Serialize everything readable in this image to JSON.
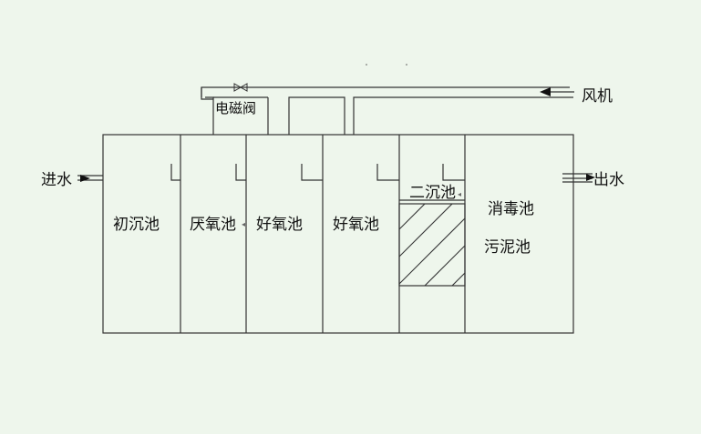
{
  "labels": {
    "inlet": "进水",
    "outlet": "出水",
    "blower": "风机",
    "valve": "电磁阀",
    "tank1": "初沉池",
    "tank2": "厌氧池",
    "tank3": "好氧池",
    "tank4": "好氧池",
    "tank5": "二沉池",
    "tank6a": "消毒池",
    "tank6b": "污泥池"
  },
  "colors": {
    "background": "#eef6ec",
    "line": "#333333",
    "text": "#111111"
  }
}
